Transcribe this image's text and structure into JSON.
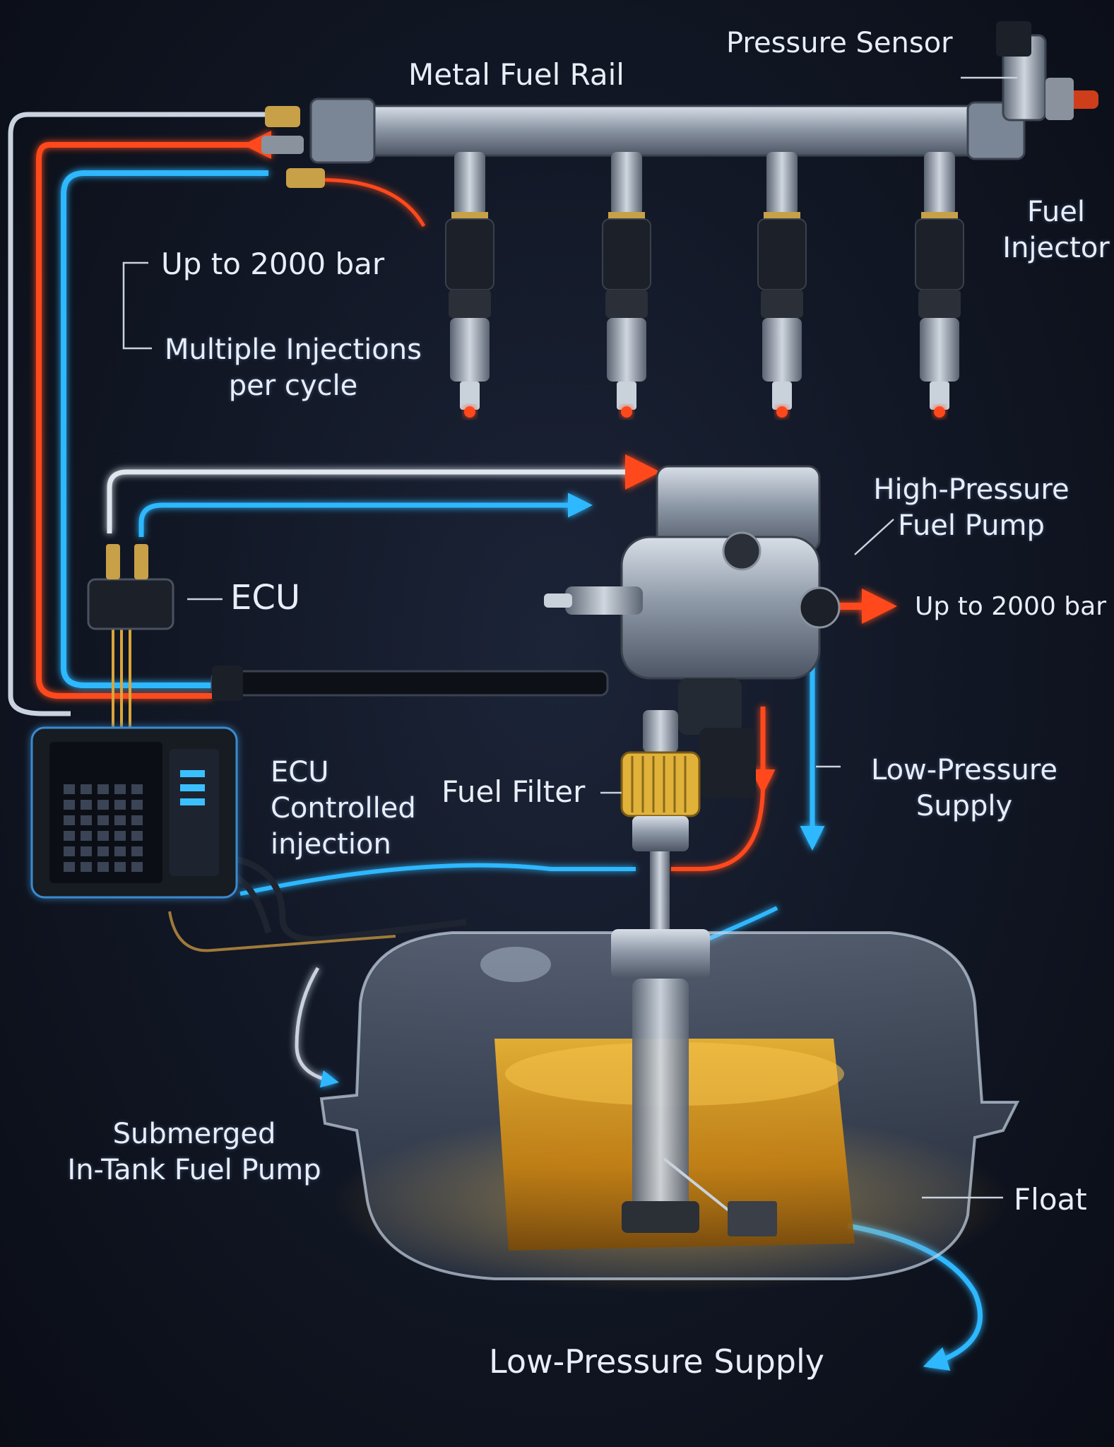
{
  "labels": {
    "pressure_sensor": "Pressure Sensor",
    "fuel_rail": "Metal Fuel Rail",
    "fuel_injector": "Fuel\nInjector",
    "rail_pressure": "Up to 2000 bar",
    "multiple_injections": "Multiple Injections\nper cycle",
    "hp_pump": "High-Pressure\nFuel Pump",
    "ecu_connector": "ECU",
    "pump_output_pressure": "Up to 2000 bar",
    "ecu_controlled": "ECU\nControlled\ninjection",
    "fuel_filter": "Fuel Filter",
    "low_pressure_supply_upper": "Low-Pressure\nSupply",
    "in_tank_pump": "Submerged\nIn-Tank Fuel Pump",
    "float": "Float",
    "low_pressure_supply_bottom": "Low-Pressure Supply"
  },
  "colors": {
    "high_pressure_line": "#ff4a1c",
    "low_pressure_line": "#2fb8ff",
    "return_line": "#c9d2de",
    "fuel": "#e8a21a",
    "metal": "#9aa6b4"
  },
  "icons": {
    "ecu_unit": "ecu-icon",
    "injector": "fuel-injector-icon",
    "pump": "fuel-pump-icon",
    "filter": "fuel-filter-icon",
    "tank": "fuel-tank-icon"
  }
}
